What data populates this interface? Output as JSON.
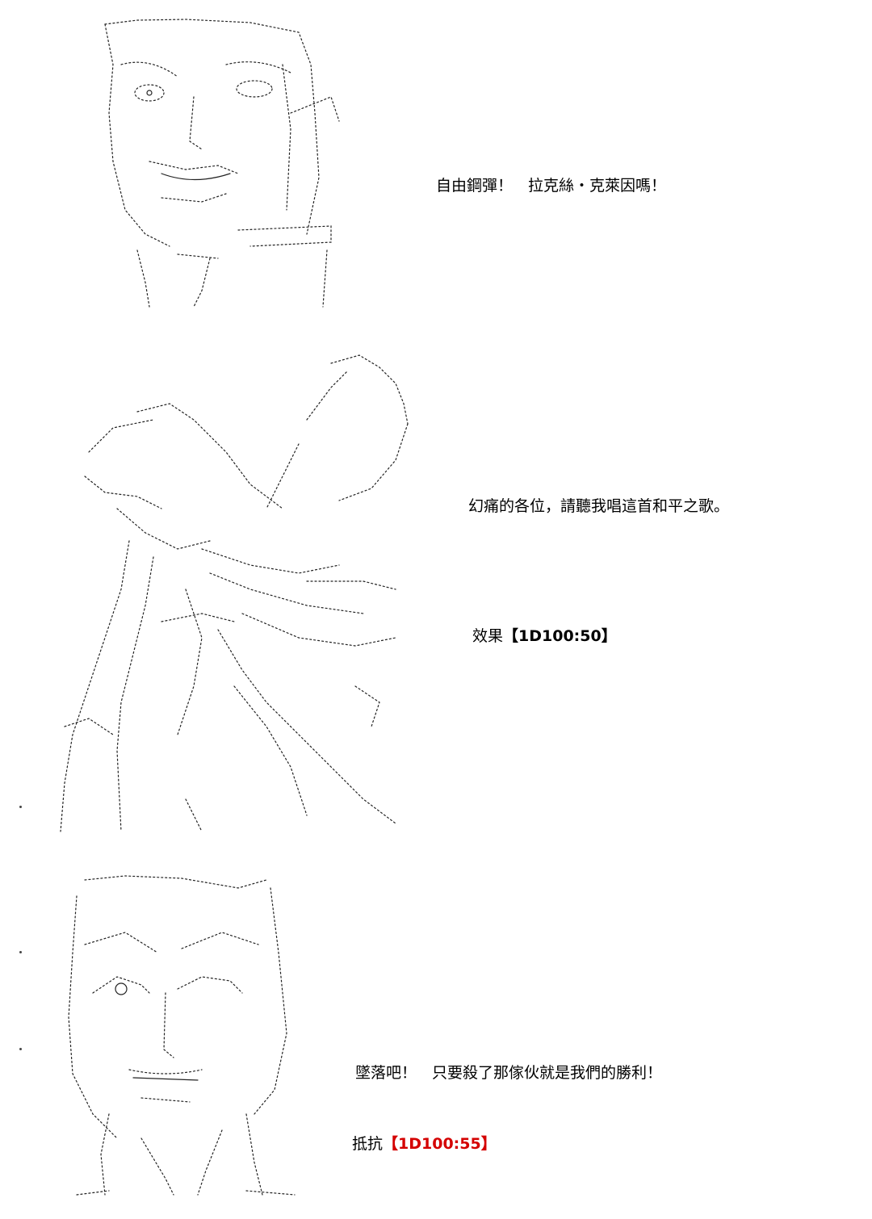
{
  "panels": [
    {
      "id": "panel-1",
      "lines": [
        {
          "text": "自由鋼彈！　拉克絲・克萊因嗎！"
        }
      ]
    },
    {
      "id": "panel-2",
      "lines": [
        {
          "text": "幻痛的各位，請聽我唱這首和平之歌。"
        },
        {
          "prefix": "效果",
          "roll": "【1D100:50】"
        }
      ]
    },
    {
      "id": "panel-3",
      "lines": [
        {
          "text": "墜落吧！　只要殺了那傢伙就是我們的勝利！"
        },
        {
          "prefix": "抵抗",
          "roll": "【1D100:55】"
        }
      ]
    }
  ],
  "art": [
    {
      "icon": "ascii-art-character-face-icon"
    },
    {
      "icon": "ascii-art-character-singing-icon"
    },
    {
      "icon": "ascii-art-character-angry-face-icon"
    }
  ],
  "colors": {
    "text": "#000000",
    "roll_red": "#d40000",
    "background": "#ffffff"
  }
}
